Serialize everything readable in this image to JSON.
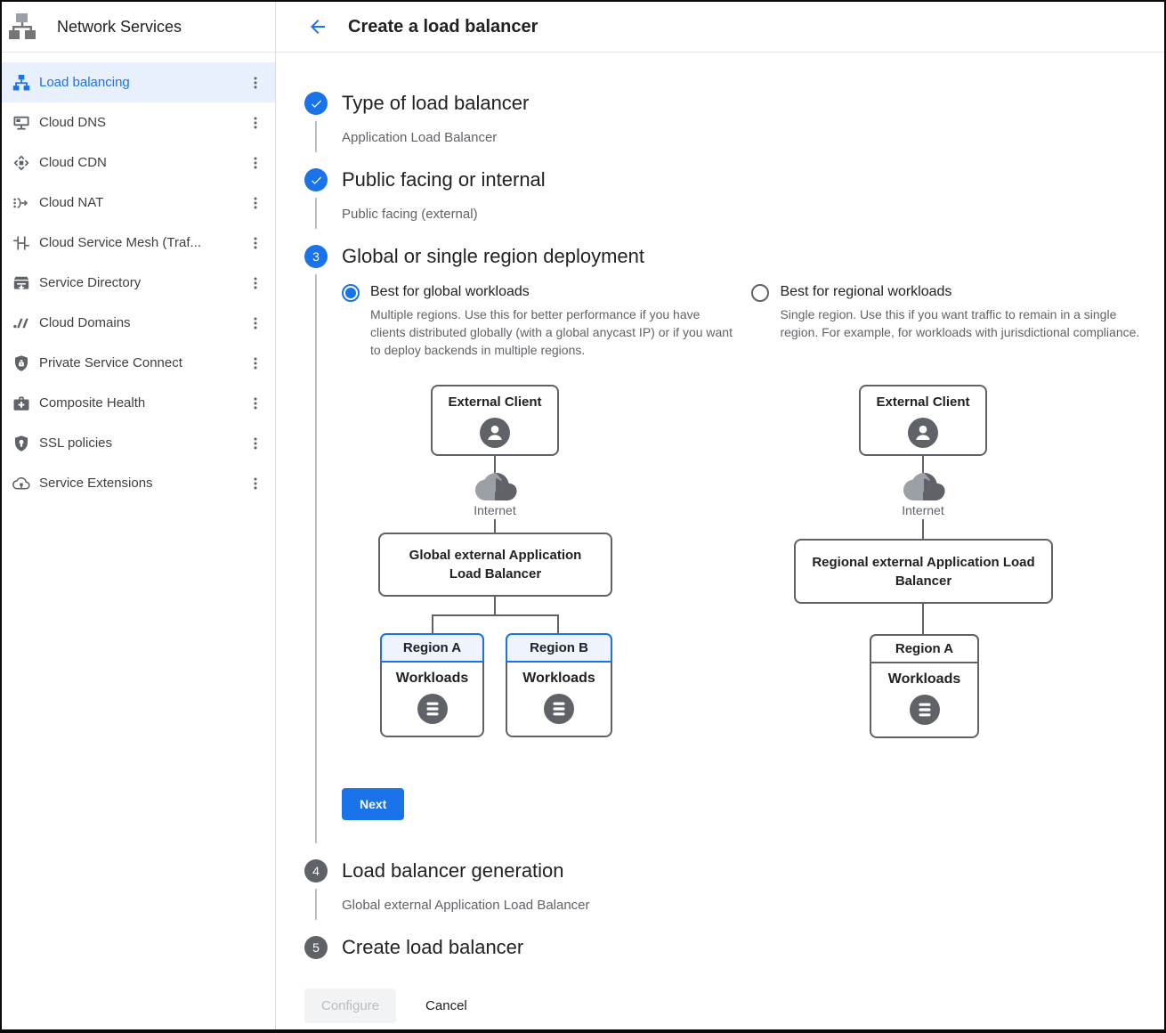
{
  "app": {
    "title": "Network Services"
  },
  "sidebar": {
    "items": [
      {
        "label": "Load balancing",
        "selected": true
      },
      {
        "label": "Cloud DNS"
      },
      {
        "label": "Cloud CDN"
      },
      {
        "label": "Cloud NAT"
      },
      {
        "label": "Cloud Service Mesh (Traf..."
      },
      {
        "label": "Service Directory"
      },
      {
        "label": "Cloud Domains"
      },
      {
        "label": "Private Service Connect"
      },
      {
        "label": "Composite Health"
      },
      {
        "label": "SSL policies"
      },
      {
        "label": "Service Extensions"
      }
    ]
  },
  "header": {
    "title": "Create a load balancer"
  },
  "steps": [
    {
      "num": "1",
      "state": "done",
      "title": "Type of load balancer",
      "subtitle": "Application Load Balancer"
    },
    {
      "num": "2",
      "state": "done",
      "title": "Public facing or internal",
      "subtitle": "Public facing (external)"
    },
    {
      "num": "3",
      "state": "active",
      "title": "Global or single region deployment",
      "subtitle": ""
    },
    {
      "num": "4",
      "state": "pending",
      "title": "Load balancer generation",
      "subtitle": "Global external Application Load Balancer"
    },
    {
      "num": "5",
      "state": "pending",
      "title": "Create load balancer",
      "subtitle": ""
    }
  ],
  "step3": {
    "options": [
      {
        "label": "Best for global workloads",
        "selected": true,
        "description": "Multiple regions. Use this for better performance if you have clients distributed globally (with a global anycast IP) or if you want to deploy backends in multiple regions."
      },
      {
        "label": "Best for regional workloads",
        "selected": false,
        "description": "Single region. Use this if you want traffic to remain in a single region. For example, for workloads with jurisdictional compliance."
      }
    ],
    "diagrams": {
      "global": {
        "client": "External Client",
        "internet": "Internet",
        "lb": "Global external Application Load Balancer",
        "regions": [
          {
            "name": "Region A",
            "workloads": "Workloads"
          },
          {
            "name": "Region B",
            "workloads": "Workloads"
          }
        ]
      },
      "regional": {
        "client": "External Client",
        "internet": "Internet",
        "lb": "Regional external Application Load Balancer",
        "regions": [
          {
            "name": "Region A",
            "workloads": "Workloads"
          }
        ]
      }
    },
    "next_label": "Next"
  },
  "footer": {
    "configure_label": "Configure",
    "cancel_label": "Cancel"
  },
  "colors": {
    "accent": "#1a73e8",
    "selected_bg": "#e8f0fe",
    "icon_gray": "#5f6368",
    "diagram_border": "#5f6368"
  }
}
